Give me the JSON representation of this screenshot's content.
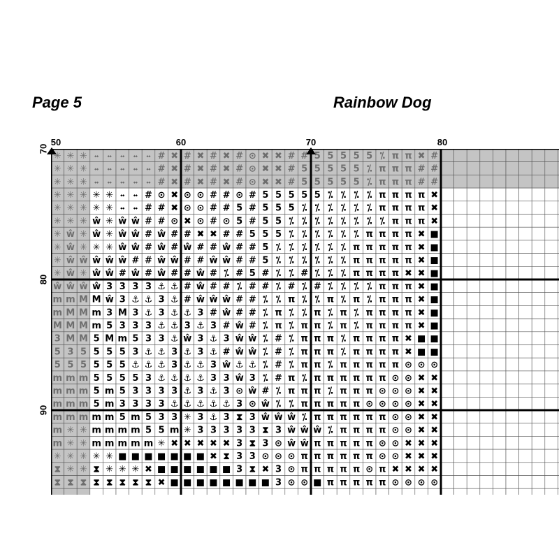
{
  "page": {
    "label": "Page 5",
    "title": "Rainbow Dog"
  },
  "axes": {
    "columns": [
      "50",
      "60",
      "70",
      "80"
    ],
    "rows": [
      "70",
      "80",
      "90"
    ]
  },
  "chart_data": {
    "type": "cross-stitch-pattern",
    "first_column": 50,
    "first_row": 70,
    "shaded_columns": 3,
    "shaded_rows": 3,
    "symbols": {
      "*": "✳",
      "d": "⬩⬩",
      "#": "#",
      "x": "✖",
      "o": "⊙",
      "5": "5",
      "3": "3",
      "p": "π",
      "/": "⁒",
      "B": "■",
      "w": "ŵ",
      "m": "m",
      "M": "M",
      "a": "⚓",
      "h": "⧗",
      "b": "◼",
      "_": ""
    },
    "rows": [
      "***ddddd#x#x#x#oxx##55555/ppx#",
      "***ddddd#x#x#x#oxx#55555/ppp##",
      "***ddddd#x#x#x#oxx#55555/ppp##",
      "*****dd#oxoo##o#55555////ppppx",
      "*****dd##xoo##5#555//////ppppx",
      "***w*ww##oxo#o5#55////////pppx",
      "*w*w*ww#w##xx##555//////ppppxB",
      "*w***ww#w#w##w##5//////pppppxB",
      "*wwwww##ww##ww##5//////pppppxB",
      "*w*ww#w#w##w#/#5#//#///ppppxxB",
      "wwww3333aa#w##/##/#/#////pppxB",
      "mmMMw3aa3a#www##//p//p/p/pppxB",
      "mMMm3M3a3aa3#w##/p//p/p/ppppxB",
      "MMMm5333aa3a3#w#/p/pp/p/ppppxB",
      "3MM5Mm533aw3a3ww/#/ppp/ppppxBB",
      "5355553aa3a3a#ww/#/ppp/ppppxBB",
      "555555aaa3aa3waa/#/pp/pppppooo",
      "mmm55553aaaa33w3/#p/ppppppooxx",
      "mmm5m53333a3a3ow#/ppp/pppoooxx",
      "mmm5m3333aaaaa3ow//pppppooooxx",
      "mmmmm5m533*3a3h3www/ppppppooxx",
      "m**mmmm55m*33333h3www/ppppooxx",
      "m**mmmmm*xxxxx3h3owwpppppooxxx",
      "*****BBBBBBBxh33oooppppppooxxx",
      "h**h***xBBBBBB3hx3opppppopxxxx",
      "hhhhhhhhxBBBBBBBB3ooBpppppoooo"
    ]
  }
}
